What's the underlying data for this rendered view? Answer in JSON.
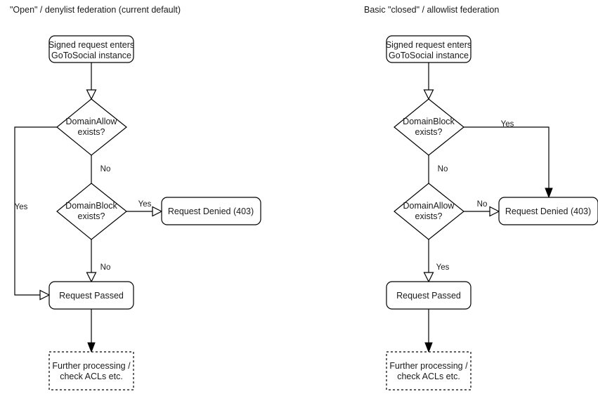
{
  "diagram": {
    "background_color": "#ffffff",
    "stroke_color": "#000000",
    "text_color": "#1a1a1a"
  },
  "columns": [
    {
      "id": "open-denylist",
      "title": "\"Open\" / denylist federation (current default)",
      "nodes": {
        "entry": "Signed request enters\nGoToSocial instance",
        "entry_line1": "Signed request enters",
        "entry_line2": "GoToSocial instance",
        "decision1_line1": "DomainAllow",
        "decision1_line2": "exists?",
        "decision2_line1": "DomainBlock",
        "decision2_line2": "exists?",
        "denied": "Request Denied (403)",
        "passed": "Request Passed",
        "further_line1": "Further processing /",
        "further_line2": "check ACLs etc."
      },
      "edge_labels": {
        "allow_yes": "Yes",
        "allow_no": "No",
        "block_yes": "Yes",
        "block_no": "No"
      }
    },
    {
      "id": "closed-allowlist",
      "title": "Basic \"closed\" / allowlist federation",
      "nodes": {
        "entry": "Signed request enters\nGoToSocial instance",
        "entry_line1": "Signed request enters",
        "entry_line2": "GoToSocial instance",
        "decision1_line1": "DomainBlock",
        "decision1_line2": "exists?",
        "decision2_line1": "DomainAllow",
        "decision2_line2": "exists?",
        "denied": "Request Denied (403)",
        "passed": "Request Passed",
        "further_line1": "Further processing /",
        "further_line2": "check ACLs etc."
      },
      "edge_labels": {
        "block_yes": "Yes",
        "block_no": "No",
        "allow_no": "No",
        "allow_yes": "Yes"
      }
    }
  ]
}
